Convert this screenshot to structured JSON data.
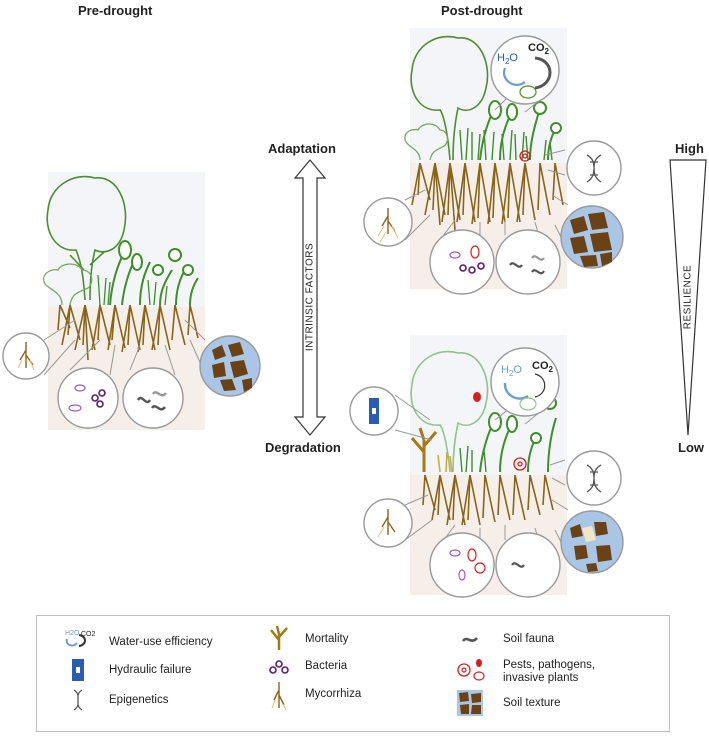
{
  "headers": {
    "pre": "Pre-drought",
    "post": "Post-drought"
  },
  "center": {
    "top": "Adaptation",
    "bottom": "Degradation",
    "middle": "INTRINSIC FACTORS"
  },
  "resilience": {
    "high": "High",
    "low": "Low",
    "label": "RESILIENCE"
  },
  "water_labels": {
    "h2o": "H",
    "h2o_sub": "2",
    "h2o_tail": "O",
    "co2": "CO",
    "co2_sub": "2"
  },
  "legend": {
    "wue": "Water-use efficiency",
    "hydraulic": "Hydraulic failure",
    "epigenetics": "Epigenetics",
    "mortality": "Mortality",
    "bacteria": "Bacteria",
    "mycorrhiza": "Mycorrhiza",
    "fauna": "Soil fauna",
    "pests_line1": "Pests, pathogens,",
    "pests_line2": "invasive plants",
    "texture": "Soil texture"
  },
  "colors": {
    "canopy": "#4e8d2f",
    "canopy_faded": "#8fc48a",
    "root": "#8a6418",
    "soil": "#f6efe9",
    "sky": "#f3f5f8",
    "hydraulic": "#2a5db0",
    "bacteria": "#5a1e6b",
    "pest": "#d42020",
    "soil_clod": "#6b4216",
    "soil_bg": "#a9c6e6"
  }
}
